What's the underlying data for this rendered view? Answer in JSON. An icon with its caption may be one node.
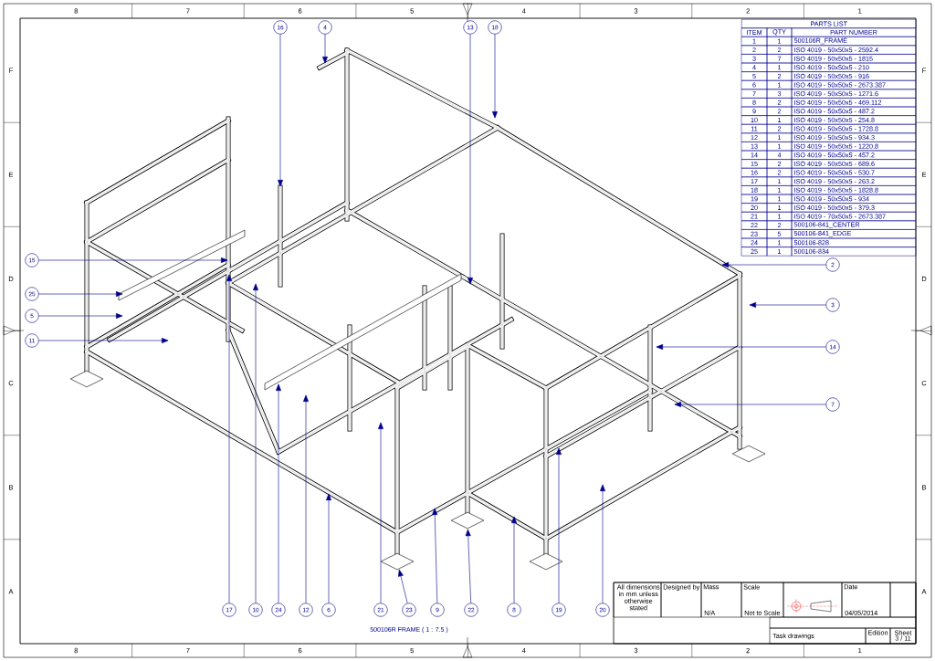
{
  "diagram": {
    "nodes": [
      {
        "text": [
          "16"
        ]
      },
      {
        "text": [
          "4"
        ]
      },
      {
        "text": [
          "13"
        ]
      },
      {
        "text": [
          "18"
        ]
      },
      {
        "text": [
          "2"
        ]
      },
      {
        "text": [
          "15"
        ]
      },
      {
        "text": [
          "25"
        ]
      },
      {
        "text": [
          "3"
        ]
      },
      {
        "text": [
          "5"
        ]
      },
      {
        "text": [
          "11"
        ]
      },
      {
        "text": [
          "14"
        ]
      },
      {
        "text": [
          "7"
        ]
      },
      {
        "text": [
          "17"
        ]
      },
      {
        "text": [
          "10"
        ]
      },
      {
        "text": [
          "24"
        ]
      },
      {
        "text": [
          "12"
        ]
      },
      {
        "text": [
          "6"
        ]
      },
      {
        "text": [
          "21"
        ]
      },
      {
        "text": [
          "23"
        ]
      },
      {
        "text": [
          "9"
        ]
      },
      {
        "text": [
          "22"
        ]
      },
      {
        "text": [
          "8"
        ]
      },
      {
        "text": [
          "19"
        ]
      },
      {
        "text": [
          "20"
        ]
      },
      {
        "text": [],
        "shape": "diamond"
      },
      {
        "text": [],
        "shape": "diamond"
      },
      {
        "text": [],
        "shape": "diamond"
      },
      {
        "text": [],
        "shape": "diamond"
      },
      {
        "text": [],
        "shape": "diamond"
      }
    ],
    "edges": [
      {
        "from": 0,
        "to": null,
        "arrow": "to"
      },
      {
        "from": 1,
        "to": null,
        "arrow": "to"
      },
      {
        "from": 2,
        "to": null,
        "arrow": "to"
      },
      {
        "from": 3,
        "to": null,
        "arrow": "to"
      },
      {
        "from": 4,
        "to": null,
        "arrow": "to"
      },
      {
        "from": 5,
        "to": null,
        "arrow": "to"
      },
      {
        "from": 6,
        "to": null,
        "arrow": "to"
      },
      {
        "from": 7,
        "to": null,
        "arrow": "to"
      },
      {
        "from": 8,
        "to": null,
        "arrow": "to"
      },
      {
        "from": 9,
        "to": null,
        "arrow": "to"
      },
      {
        "from": 10,
        "to": null,
        "arrow": "to"
      },
      {
        "from": 11,
        "to": null,
        "arrow": "to"
      },
      {
        "from": 12,
        "to": null,
        "arrow": "to"
      },
      {
        "from": 13,
        "to": null,
        "arrow": "to"
      },
      {
        "from": 14,
        "to": null,
        "arrow": "to"
      },
      {
        "from": 15,
        "to": null,
        "arrow": "to"
      },
      {
        "from": 16,
        "to": null,
        "arrow": "to"
      },
      {
        "from": 17,
        "to": null,
        "arrow": "to"
      },
      {
        "from": 18,
        "to": 27,
        "arrow": "to"
      },
      {
        "from": 19,
        "to": null,
        "arrow": "to"
      },
      {
        "from": 20,
        "to": 26,
        "arrow": "to"
      },
      {
        "from": 21,
        "to": null,
        "arrow": "to"
      },
      {
        "from": 22,
        "to": null,
        "arrow": "to"
      },
      {
        "from": 23,
        "to": null,
        "arrow": "to"
      }
    ],
    "labels": [
      "PARTS LIST",
      "ITEM",
      "QTY",
      "PART NUMBER",
      "1",
      "1",
      "500106R_FRAME",
      "2",
      "2",
      "ISO 4019 - 50x50x5 - 2592.4",
      "3",
      "7",
      "ISO 4019 - 50x50x5 - 1815",
      "4",
      "1",
      "ISO 4019 - 50x50x5 - 210",
      "5",
      "2",
      "ISO 4019 - 50x50x5 - 916",
      "6",
      "1",
      "ISO 4019 - 50x50x5 - 2673.387",
      "7",
      "3",
      "ISO 4019 - 50x50x5 - 1271.6",
      "8",
      "2",
      "ISO 4019 - 50x50x5 - 469.112",
      "9",
      "2",
      "ISO 4019 - 50x50x5 - 487.2",
      "10",
      "1",
      "ISO 4019 - 50x50x5 - 254.8",
      "11",
      "2",
      "ISO 4019 - 50x50x5 - 1728.8",
      "12",
      "1",
      "ISO 4019 - 50x50x5 - 934.3",
      "13",
      "1",
      "ISO 4019 - 50x50x5 - 1220.8",
      "14",
      "4",
      "ISO 4019 - 50x50x5 - 457.2",
      "15",
      "2",
      "ISO 4019 - 50x50x5 - 689.6",
      "16",
      "2",
      "ISO 4019 - 50x50x5 - 530.7",
      "17",
      "1",
      "ISO 4019 - 50x50x5 - 263.2",
      "18",
      "1",
      "ISO 4019 - 50x50x5 - 1828.8",
      "19",
      "1",
      "ISO 4019 - 50x50x5 - 934",
      "20",
      "1",
      "ISO 4019 - 50x50x5 - 379.3",
      "21",
      "1",
      "ISO 4019 - 70x50x5 - 2673.387",
      "22",
      "2",
      "500106-841_CENTER",
      "23",
      "5",
      "500106-841_EDGE",
      "24",
      "1",
      "500106-828",
      "25",
      "1",
      "500106-834",
      "All dimensions in mm unless otherwise stated",
      "Designed by",
      "Mass",
      "N/A",
      "Scale",
      "Not to Scale",
      "Date",
      "04/05/2014",
      "Task drawings",
      "Edition",
      "Sheet",
      "3 / 11",
      "500106R FRAME ( 1 : 7.5 )",
      "8",
      "7",
      "6",
      "5",
      "4",
      "3",
      "2",
      "1",
      "F",
      "E",
      "D",
      "C",
      "B",
      "A",
      "F",
      "E",
      "D",
      "C",
      "B",
      "A",
      "8",
      "7",
      "6",
      "5",
      "4",
      "3",
      "2",
      "1"
    ]
  }
}
